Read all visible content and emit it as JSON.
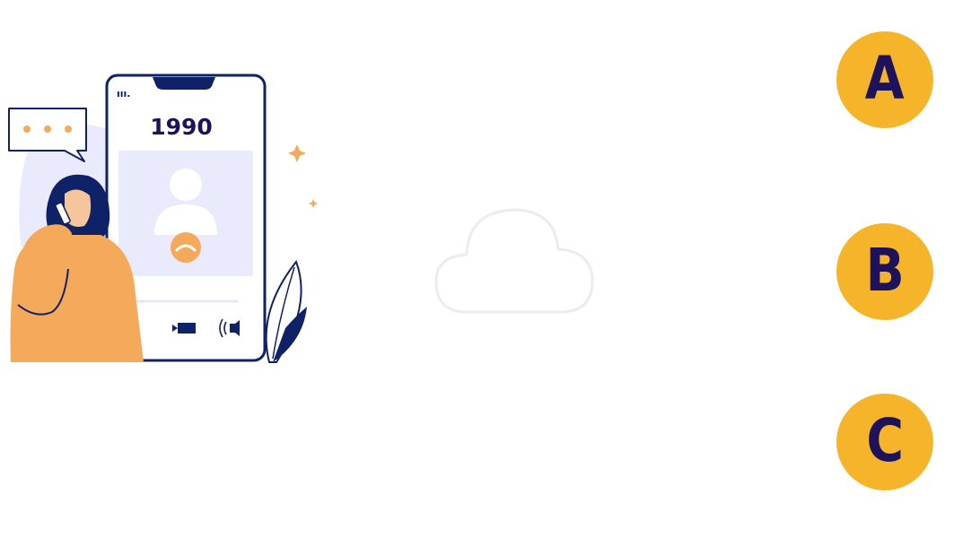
{
  "phone": {
    "number": "1990",
    "signal_text": "ııı."
  },
  "options": [
    {
      "letter": "A"
    },
    {
      "letter": "B"
    },
    {
      "letter": "C"
    }
  ],
  "colors": {
    "accent_orange": "#F6B42A",
    "illustration_orange": "#F4A95B",
    "navy": "#1E135B",
    "phone_outline": "#0F2167",
    "lavender": "#E9EAFC",
    "cloud_stroke": "#ECECEC"
  },
  "icons": {
    "speech_bubble": "speech-bubble-icon",
    "avatar": "avatar-icon",
    "hang_up": "hang-up-icon",
    "camera": "video-camera-icon",
    "speaker": "speaker-icon",
    "sparkle": "sparkle-icon",
    "leaf": "leaf-icon",
    "cloud": "cloud-icon"
  }
}
